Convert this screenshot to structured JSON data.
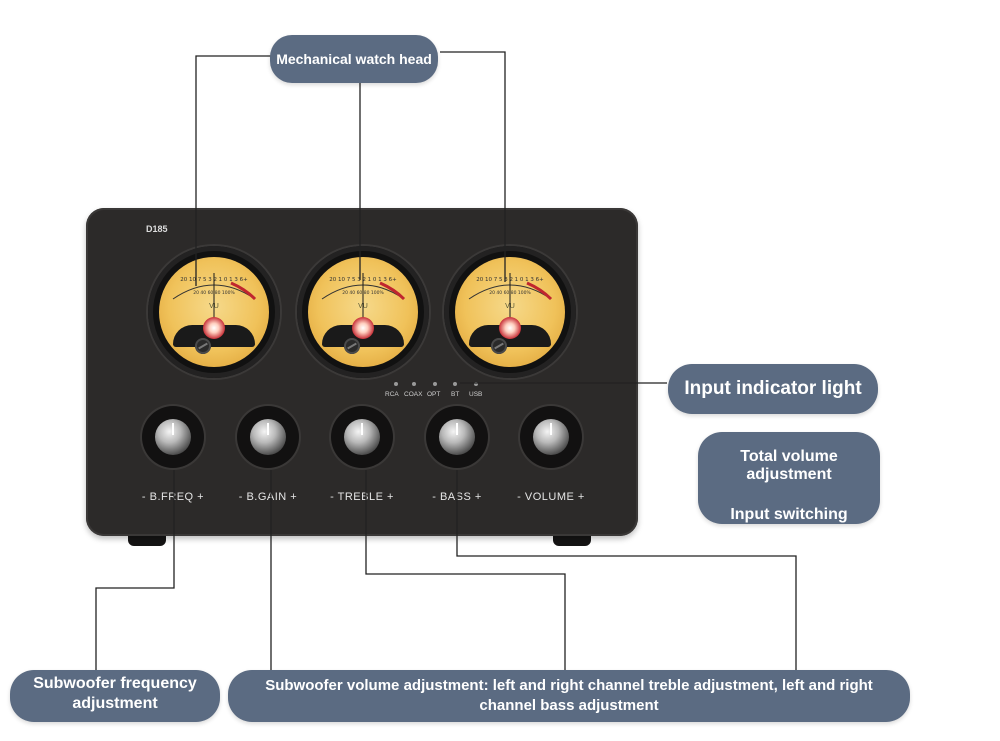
{
  "device": {
    "model": "D185",
    "meter_label": "VU",
    "meter_scale_top": "20 10 7 5 3 2 1 0 1 3 6+",
    "meter_scale_bottom": "20 40 60 80 100%",
    "inputs": [
      "RCA",
      "COAX",
      "OPT",
      "BT",
      "USB"
    ],
    "knobs": [
      "- B.FREQ +",
      "- B.GAIN +",
      "- TREBLE +",
      "- BASS +",
      "- VOLUME +"
    ]
  },
  "callouts": {
    "mechanical_watch_head": "Mechanical watch head",
    "input_indicator_light": "Input indicator light",
    "total_volume_adjustment": "Total volume adjustment",
    "input_switching": "Input switching",
    "subwoofer_frequency": "Subwoofer frequency adjustment",
    "bottom_text_line1": "Subwoofer volume adjustment: left and right channel treble adjustment, left and right",
    "bottom_text_line2": "channel bass adjustment"
  },
  "colors": {
    "callout_fill": "#5b6b82",
    "device_body": "#2c2a29",
    "meter_face": "#f0c25a",
    "leader_line": "#222222"
  }
}
